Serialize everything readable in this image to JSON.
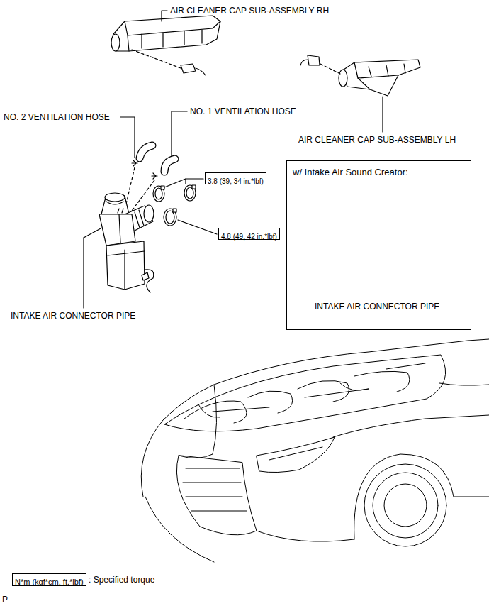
{
  "diagram": {
    "nodes": [
      {
        "text": [
          "3.8 (39, 34 in.*lbf)"
        ]
      },
      {
        "text": [
          "4.8 (49, 42 in.*lbf)"
        ]
      },
      {
        "text": [
          "w/ Intake Air Sound Creator:",
          "INTAKE AIR CONNECTOR PIPE"
        ]
      },
      {
        "text": [
          "N*m (kgf*cm, ft.*lbf)"
        ]
      }
    ],
    "labels": [
      "AIR CLEANER CAP SUB-ASSEMBLY RH",
      "NO. 2 VENTILATION HOSE",
      "NO. 1 VENTILATION HOSE",
      "AIR CLEANER CAP SUB-ASSEMBLY LH",
      "INTAKE AIR CONNECTOR PIPE",
      ": Specified torque",
      "P"
    ]
  }
}
